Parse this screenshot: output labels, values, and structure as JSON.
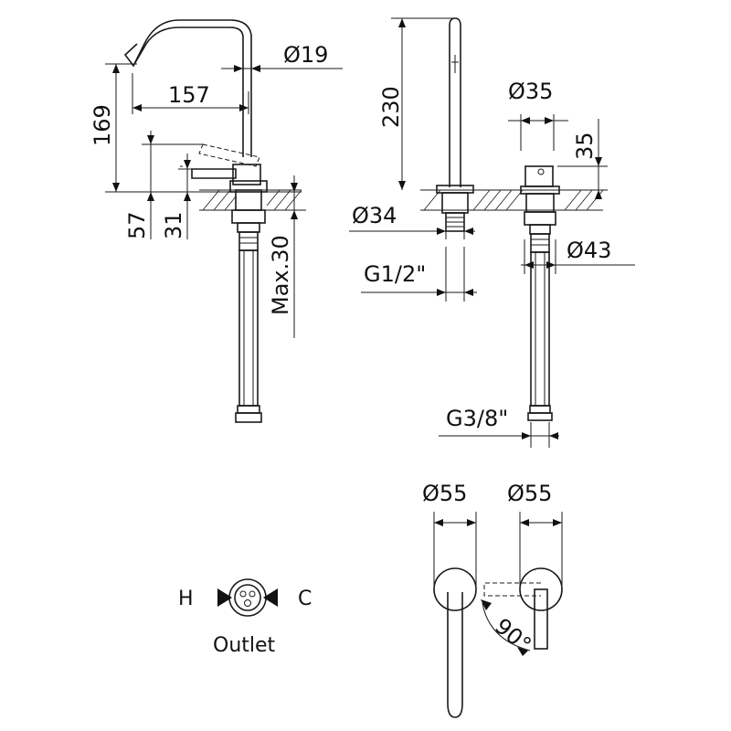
{
  "dimensions": {
    "spout_diameter": "Ø19",
    "spout_reach": "157",
    "spout_height": "169",
    "lever_height": "57",
    "body_height": "31",
    "max_deck": "Max.30",
    "spout_total_height": "230",
    "spout_base_diameter": "Ø34",
    "spout_thread": "G1/2\"",
    "handle_diameter": "Ø35",
    "handle_height": "35",
    "handle_base_diameter": "Ø43",
    "hose_thread": "G3/8\"",
    "spout_rosette_diameter": "Ø55",
    "handle_rosette_diameter": "Ø55",
    "rotation_angle": "90°"
  },
  "legend": {
    "hot": "H",
    "cold": "C",
    "outlet": "Outlet"
  }
}
